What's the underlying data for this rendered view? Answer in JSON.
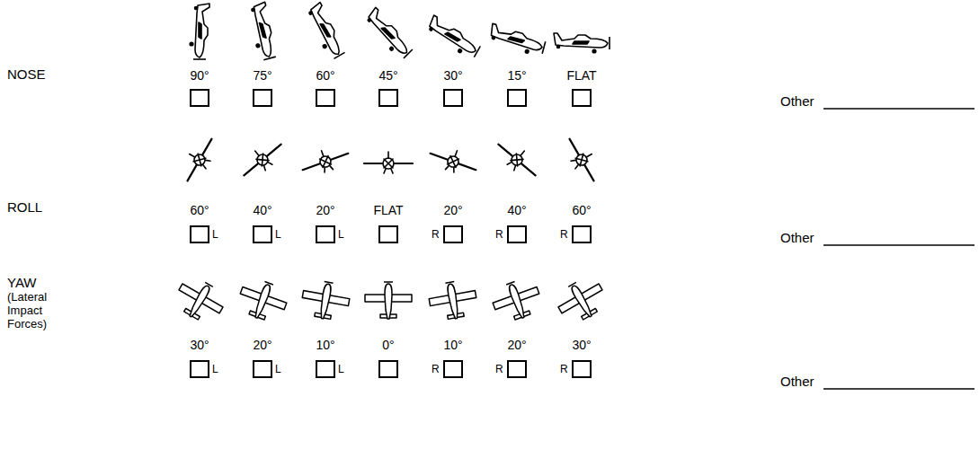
{
  "diagram": {
    "labels": [
      "NOSE",
      "90°",
      "75°",
      "60°",
      "45°",
      "30°",
      "15°",
      "FLAT",
      "Other",
      "ROLL",
      "60°",
      "40°",
      "20°",
      "FLAT",
      "20°",
      "40°",
      "60°",
      "L",
      "L",
      "L",
      "R",
      "R",
      "R",
      "Other",
      "YAW",
      "(Lateral Impact Forces)",
      "30°",
      "20°",
      "10°",
      "0°",
      "10°",
      "20°",
      "30°",
      "L",
      "L",
      "L",
      "R",
      "R",
      "R",
      "Other"
    ]
  }
}
